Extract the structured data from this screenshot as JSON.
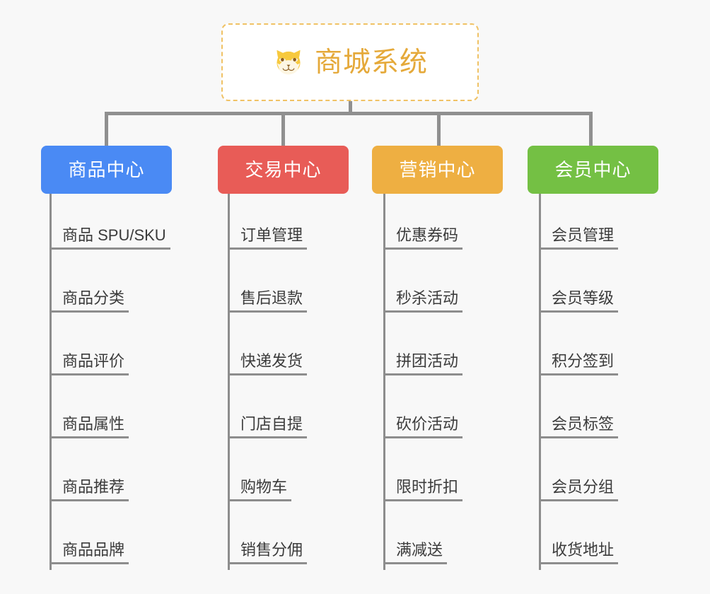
{
  "diagram": {
    "type": "mindmap-org-chart",
    "background_color": "#f8f8f8",
    "root": {
      "title": "商城系统",
      "icon": "shiba-dog-face-icon",
      "title_color": "#e5a93a",
      "border_color": "#f0c265",
      "background_color": "#ffffff",
      "border_style": "dashed"
    },
    "connector_color": "#8d8d8d",
    "branches": [
      {
        "label": "商品中心",
        "color": "#4a8af4",
        "items": [
          "商品 SPU/SKU",
          "商品分类",
          "商品评价",
          "商品属性",
          "商品推荐",
          "商品品牌"
        ]
      },
      {
        "label": "交易中心",
        "color": "#e85c57",
        "items": [
          "订单管理",
          "售后退款",
          "快递发货",
          "门店自提",
          "购物车",
          "销售分佣"
        ]
      },
      {
        "label": "营销中心",
        "color": "#eeaf42",
        "items": [
          "优惠券码",
          "秒杀活动",
          "拼团活动",
          "砍价活动",
          "限时折扣",
          "满减送"
        ]
      },
      {
        "label": "会员中心",
        "color": "#74c044",
        "items": [
          "会员管理",
          "会员等级",
          "积分签到",
          "会员标签",
          "会员分组",
          "收货地址"
        ]
      }
    ]
  }
}
